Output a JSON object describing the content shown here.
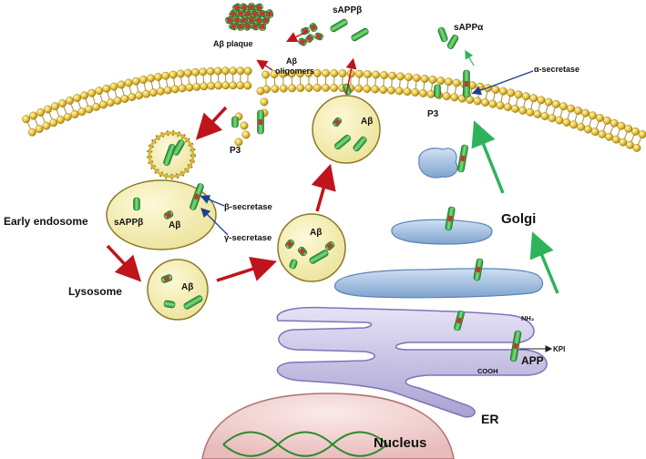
{
  "labels": {
    "ab_plaque": "Aβ plaque",
    "ab_oligomers_ab": "Aβ",
    "ab_oligomers_word": "oligomers",
    "sappb_top": "sAPPβ",
    "sappa_top": "sAPPα",
    "alpha_secretase": "α-secretase",
    "p3_left": "P3",
    "p3_right": "P3",
    "ab_vesicle_top": "Aβ",
    "beta_secretase": "β-secretase",
    "gamma_secretase": "γ-secretase",
    "early_endosome": "Early endosome",
    "endosome_sappb": "sAPPβ",
    "endosome_ab": "Aβ",
    "lysosome": "Lysosome",
    "lysosome_ab": "Aβ",
    "mid_vesicle_ab": "Aβ",
    "golgi": "Golgi",
    "nh2": "NH₂",
    "kpi": "KPI",
    "cooh": "COOH",
    "app": "APP",
    "er": "ER",
    "nucleus": "Nucleus"
  },
  "colors": {
    "membrane_head": "#e8c43a",
    "vesicle_fill": "#f5efb0",
    "vesicle_stroke": "#8a7a2a",
    "protein_green": "#3cb44a",
    "protein_red": "#c0392b",
    "golgi_blue": "#9dbde0",
    "er_lavender": "#c8c2e4",
    "nucleus_pink": "#f2d4d4",
    "arrow_red": "#c0141c",
    "arrow_green": "#2fb35a",
    "arrow_blue": "#1f3f8f"
  }
}
